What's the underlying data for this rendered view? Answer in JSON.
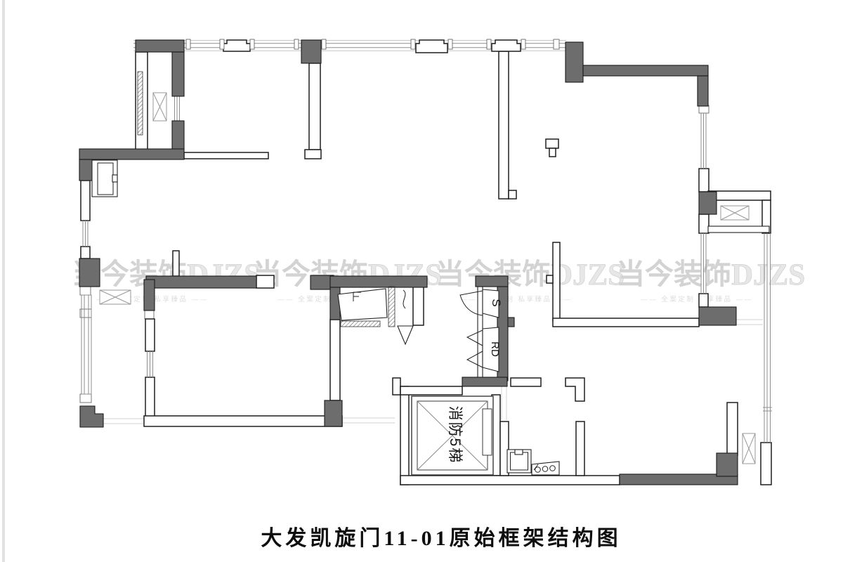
{
  "page": {
    "background": "#ffffff",
    "edge_strip_color": "#e2e2e2"
  },
  "title": {
    "text": "大发凯旋门11-01原始框架结构图"
  },
  "watermark": {
    "brand_cn": "当今装饰",
    "brand_en": "DJZS",
    "tagline": "—— 全案定制 私享臻品 ——",
    "count": 4
  },
  "plan": {
    "labels": {
      "elevator_shaft": "消防5梯",
      "duct_s": "S",
      "duct_rd": "RD"
    },
    "colors": {
      "structural_wall_fill": "#6d6d6d",
      "wall_stroke": "#1f1f1f",
      "window_line": "#8d8d8d",
      "watermark_gray": "#d3d3d3"
    }
  }
}
